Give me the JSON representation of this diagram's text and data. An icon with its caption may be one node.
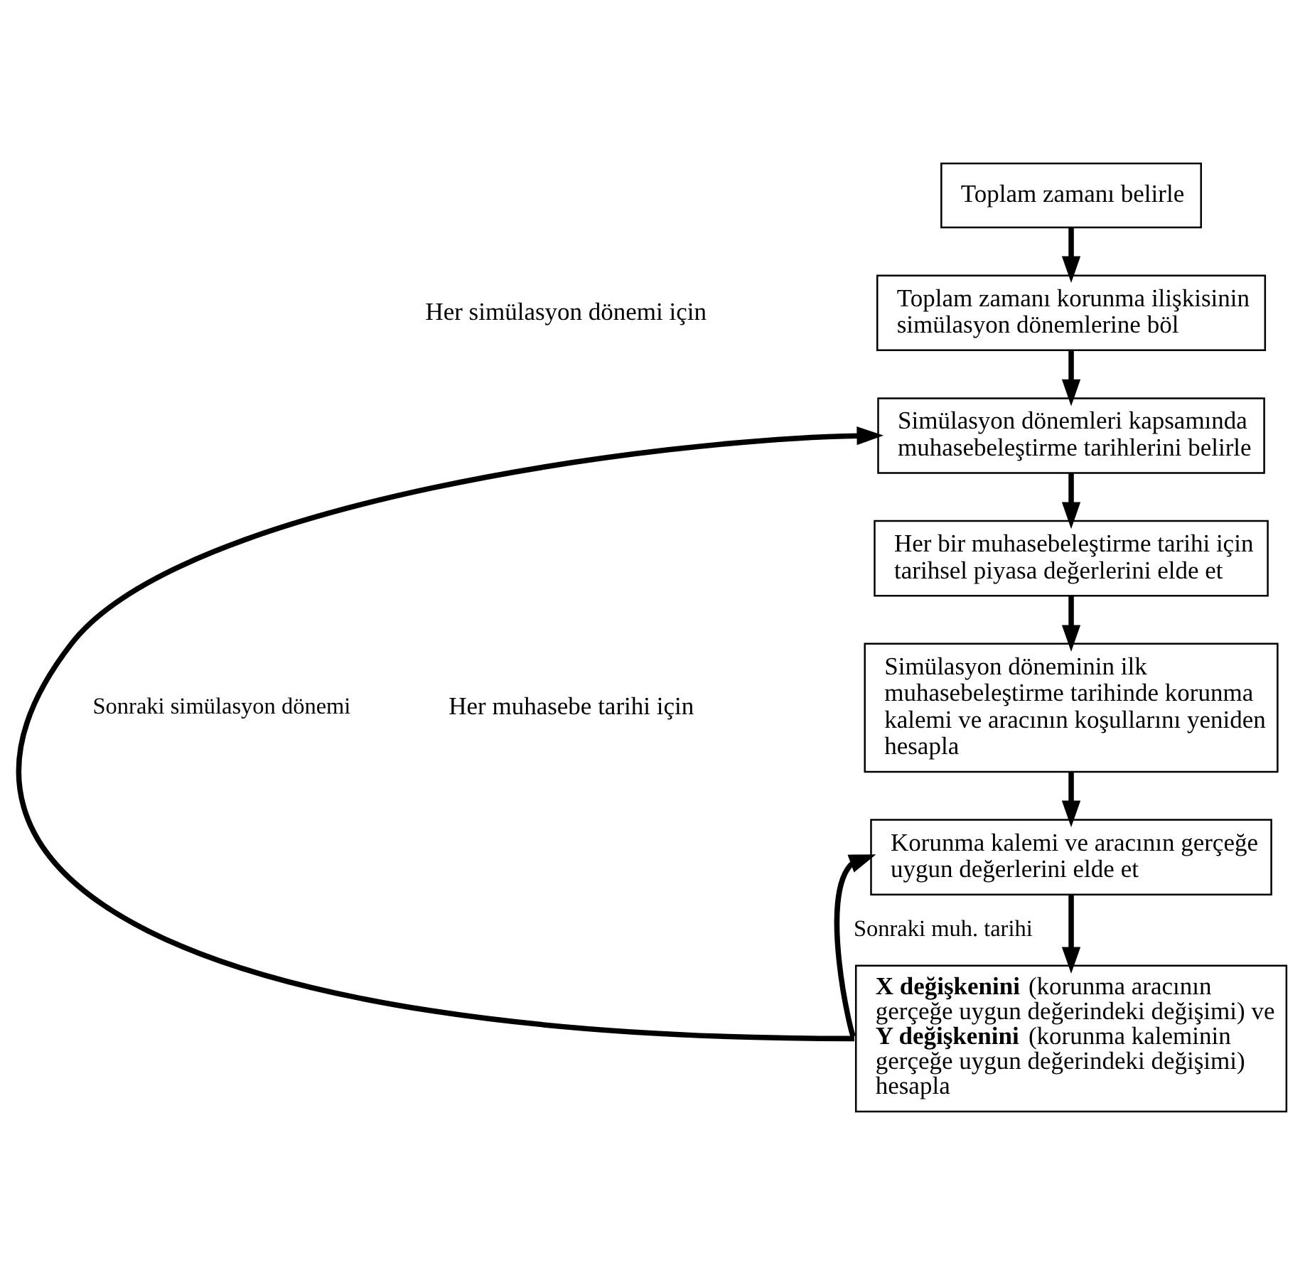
{
  "diagram": {
    "nodes": [
      {
        "text": [
          "Toplam zamanı belirle"
        ]
      },
      {
        "text": [
          "Toplam zamanı korunma ilişkisinin simülasyon dönemlerine böl"
        ]
      },
      {
        "text": [
          "Simülasyon dönemleri kapsamında muhasebeleştirme tarihlerini belirle"
        ]
      },
      {
        "text": [
          "Her bir muhasebeleştirme tarihi için tarihsel piyasa değerlerini elde et"
        ]
      },
      {
        "text": [
          "Simülasyon döneminin ilk muhasebeleştirme tarihinde korunma kalemi ve aracının koşullarını yeniden hesapla"
        ]
      },
      {
        "text": [
          "Korunma kalemi ve aracının gerçeğe uygun değerlerini elde et"
        ]
      },
      {
        "text": [
          "**X değişkenini** (korunma aracının gerçeğe uygun değerindeki değişimi) ve **Y değişkenini** (korunma kaleminin gerçeğe uygun değerindeki değişimi) hesapla"
        ]
      }
    ],
    "edges": [
      {
        "from": 0,
        "to": 1,
        "arrow": "to"
      },
      {
        "from": 1,
        "to": 2,
        "arrow": "to"
      },
      {
        "from": 2,
        "to": 3,
        "arrow": "to"
      },
      {
        "from": 3,
        "to": 4,
        "arrow": "to"
      },
      {
        "from": 4,
        "to": 5,
        "arrow": "to"
      },
      {
        "from": 5,
        "to": 6,
        "arrow": "to"
      },
      {
        "from": 6,
        "to": 5,
        "arrow": "to",
        "label": "Sonraki muh. tarihi"
      },
      {
        "from": 6,
        "to": 2,
        "arrow": "to",
        "label": "Sonraki simülasyon dönemi"
      }
    ],
    "labels": [
      "Her simülasyon dönemi için",
      "Her muhasebe tarihi için"
    ]
  }
}
